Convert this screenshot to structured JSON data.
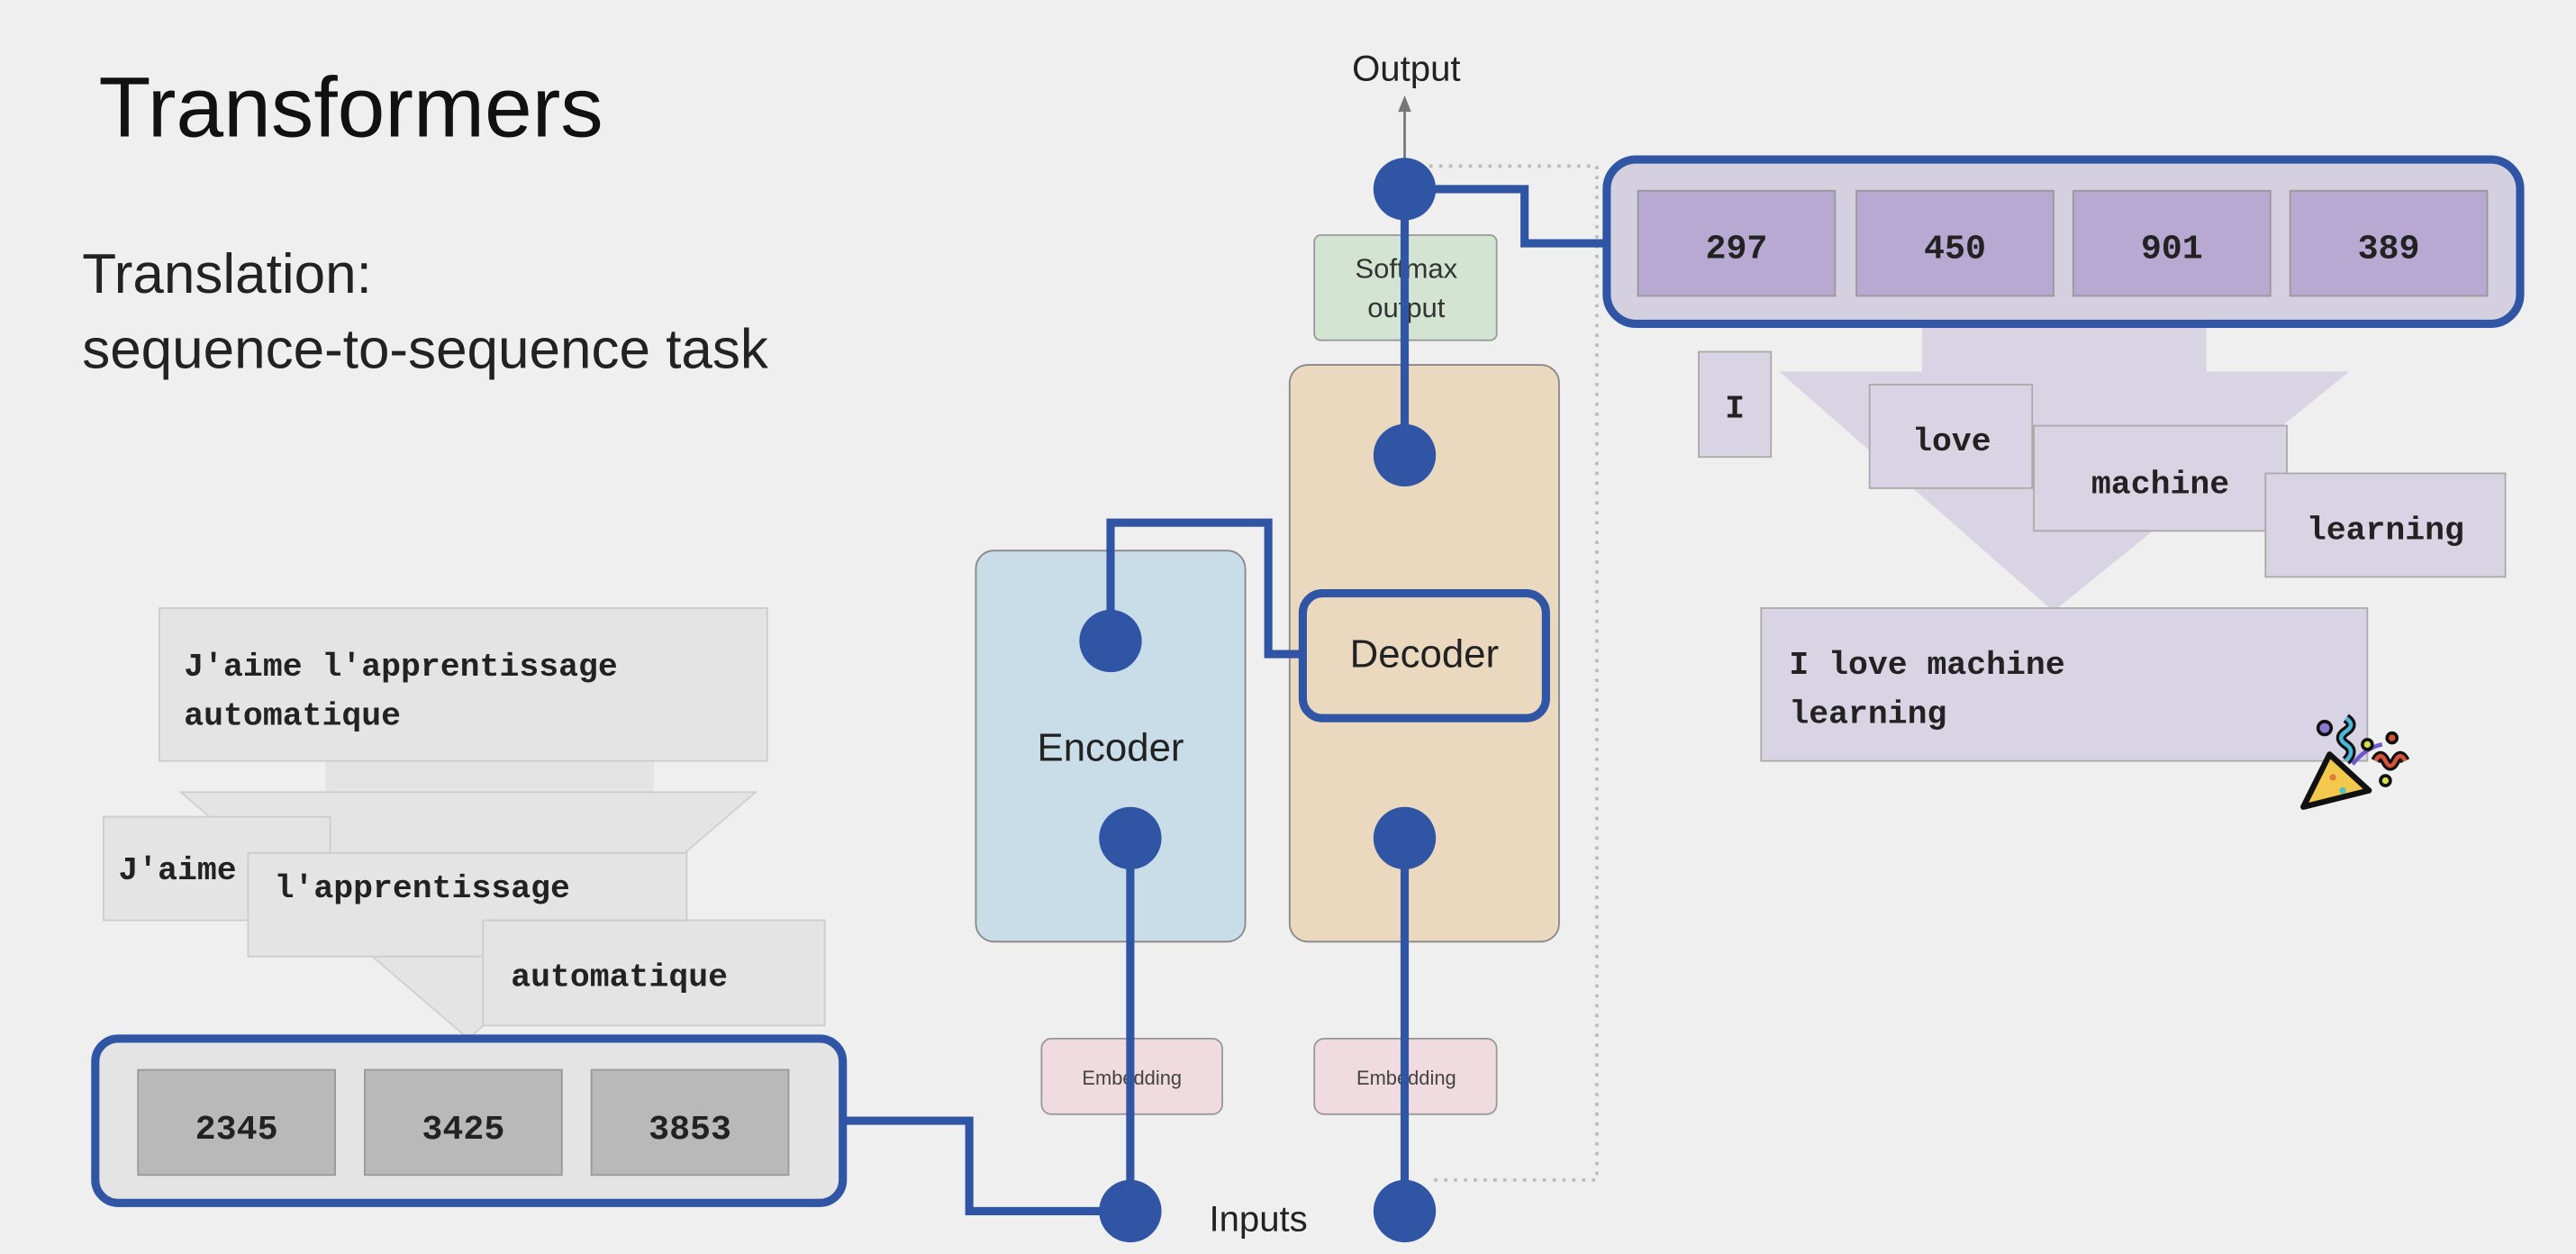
{
  "slide": {
    "title": "Transformers",
    "subtitle_line1": "Translation:",
    "subtitle_line2": "sequence-to-sequence task"
  },
  "input": {
    "sentence_line1": "J'aime l'apprentissage",
    "sentence_line2": "automatique",
    "tokens": [
      "J'aime",
      "l'apprentissage",
      "automatique"
    ],
    "token_ids": [
      "2345",
      "3425",
      "3853"
    ]
  },
  "model": {
    "output_label": "Output",
    "inputs_label": "Inputs",
    "softmax_line1": "Softmax",
    "softmax_line2": "output",
    "encoder_label": "Encoder",
    "decoder_label": "Decoder",
    "embedding_label": "Embedding"
  },
  "output": {
    "token_ids": [
      "297",
      "450",
      "901",
      "389"
    ],
    "tokens": [
      "I",
      "love",
      "machine",
      "learning"
    ],
    "sentence_line1": "I love machine",
    "sentence_line2": "learning",
    "celebration_icon": "party-popper-icon"
  },
  "colors": {
    "highlight": "#2f55a4",
    "encoder": "#c9dde8",
    "decoder": "#ead9bf",
    "softmax": "#d3e4d3",
    "embedding": "#efdbe0",
    "output_tokens": "#b7a9d1"
  }
}
